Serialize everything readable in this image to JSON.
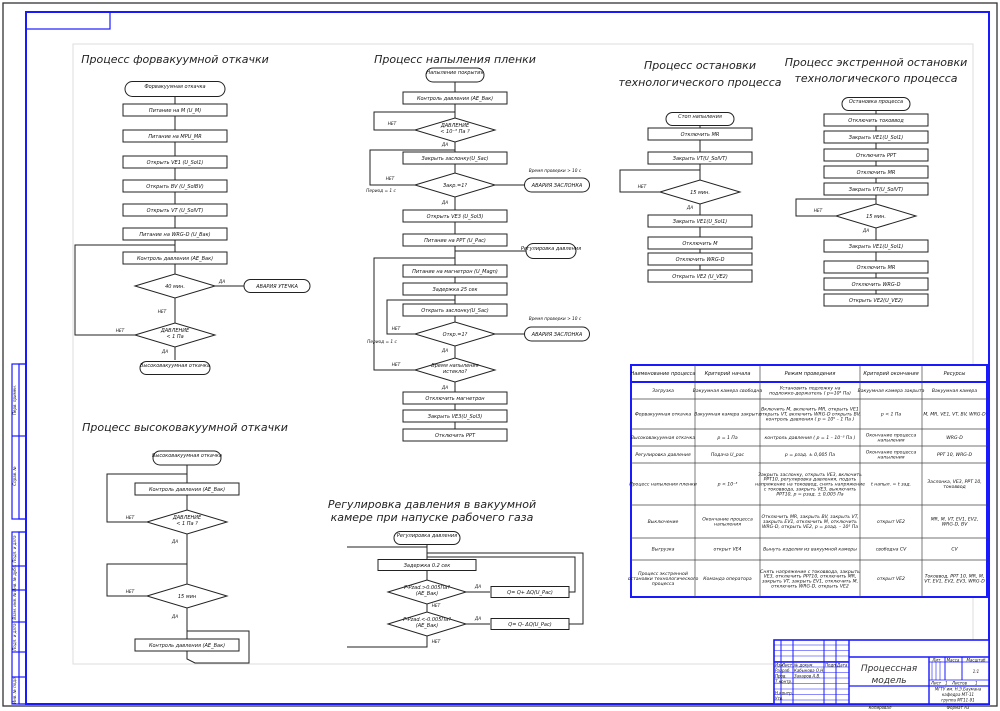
{
  "flowcharts": {
    "forvacuum": {
      "title": "Процесс форвакуумной откачки",
      "start": "Форвакуумная откачка",
      "steps": [
        "Питание на М (U_М)",
        "Питание на МРU_МR",
        "Открыть VE1 (U_Sol1)",
        "Открыть BV (U_SolBV)",
        "Открыть VT (U_SolVT)",
        "Питание на WRG-D (U_Вак)",
        "Контроль давления (АЕ_Вак)"
      ],
      "decision_time": "40 мин.",
      "decision_pressure": [
        "ДАВЛЕНИЕ",
        "< 1 Па"
      ],
      "alarm": "АВАРИЯ УТЕЧКА",
      "end": "Высоковакуумная откачка",
      "yes": "ДА",
      "no": "НЕТ"
    },
    "highvacuum": {
      "title": "Процесс высоковакуумной откачки",
      "start": "Высоковакуумная откачка",
      "step1": "Контроль давления (АЕ_Вак)",
      "decision_pressure": [
        "ДАВЛЕНИЕ",
        "< 1 Па ?"
      ],
      "decision_time": "15 мин",
      "step2": "Контроль давления (АЕ_Вак)",
      "yes": "ДА",
      "no": "НЕТ"
    },
    "deposition": {
      "title": "Процесс напыления пленки",
      "start": "Напыление покрытия",
      "step1": "Контроль давления (АЕ_Вак)",
      "decision_pressure": [
        "ДАВЛЕНИЕ",
        "< 10⁻³ Па ?"
      ],
      "step2": "Закрыть заслонку(U_Sас)",
      "decision_closed": "Закр.=1?",
      "period1": "Период = 1 с",
      "check_time1": "Время проверки > 10 с",
      "alarm1": "АВАРИЯ ЗАСЛОНКА",
      "step3": "Открыть VE3 (U_Sol3)",
      "step4": "Питание на PPT (U_Рас)",
      "regulation": "Регулировка давления",
      "step5": "Питание на магнетрон (U_Magn)",
      "step6": "Задержка 25 сек",
      "step7": "Открыть заслонку(U_Sас)",
      "decision_open": "Откр.=1?",
      "period2": "Период = 1 с",
      "check_time2": "Время проверки > 10 с",
      "alarm2": "АВАРИЯ ЗАСЛОНКА",
      "decision_time": [
        "Время напыления",
        "истекло?"
      ],
      "step8": "Отключить магнетрон",
      "step9": "Закрыть VE3(U_Sol3)",
      "step10": "Отключить PPT",
      "yes": "ДА",
      "no": "НЕТ"
    },
    "regulation": {
      "title": [
        "Регулировка давления в вакуумной",
        "камере при напуске рабочего газа"
      ],
      "start": "Регулировка давления",
      "step1": "Задержка 0.2 сек",
      "decision1": [
        "P-Pzad.>0.005Па?",
        "(AE_Вак)"
      ],
      "decision2": [
        "P-Pzad.<-0.005Па?",
        "(AE_Вак)"
      ],
      "action1": "Q= Q+ ΔQ(U_Рас)",
      "action2": "Q= Q- ΔQ(U_Рас)",
      "yes": "ДА",
      "no": "НЕТ"
    },
    "stop": {
      "title": [
        "Процесс остановки",
        "технологического процесса"
      ],
      "start": "Стоп напыления",
      "steps_a": [
        "Отключить MR",
        "Закрыть VT(U_SolVT)"
      ],
      "decision_time": "15 мин.",
      "steps_b": [
        "Закрыть VE1(U_Sol1)",
        "Отключить M",
        "Отключить WRG-D",
        "Открыть VE2 (U_VE2)"
      ],
      "yes": "ДА",
      "no": "НЕТ"
    },
    "emergency": {
      "title": [
        "Процесс экстренной остановки",
        "технологического процесса"
      ],
      "start": "Остановка процесса",
      "steps_a": [
        "Отключить токоввод",
        "Закрыть VE1(U_Sol1)",
        "Отключить PPT",
        "Отключить MR",
        "Закрыть VT(U_SolVT)"
      ],
      "decision_time": "15 мин.",
      "steps_b": [
        "Закрыть VE1(U_Sol1)",
        "Отключить MR",
        "Отключить WRG-D",
        "Открыть VE2(U_VE2)"
      ],
      "yes": "ДА",
      "no": "НЕТ"
    }
  },
  "process_table": {
    "headers": [
      "Наименование процесса",
      "Критерий начала",
      "Режим проведения",
      "Критерий окончания",
      "Ресурсы"
    ],
    "rows": [
      [
        "Загрузка",
        "Вакуумная камера свободна",
        "Установить подложку на подложко-держатель ( p=10⁵ Па)",
        "Вакуумная камера закрыта",
        "Вакуумная камера"
      ],
      [
        "Форвакуумная откачка",
        "Вакуумная камера закрыта",
        "Включить M, включить MR, открыть VE1 открыть VT, включить WRG-D открыть BV, контроль давления ( p = 10⁵ – 1 Па )",
        "p < 1 Па",
        "M, MR, VE1, VT, BV, WRG-D"
      ],
      [
        "Высоковакуумная откачка",
        "p = 1 Па",
        "контроль давления ( p = 1 – 10⁻³ Па )",
        "Окончание процесса напыления",
        "WRG-D"
      ],
      [
        "Регулировка давления",
        "Подача U_рас",
        "p = pзад. ± 0,005 Па",
        "Окончание процесса напыления",
        "PPT 10, WRG-D"
      ],
      [
        "Процесс напыления пленки",
        "p < 10⁻³",
        "Закрыть заслонку, открыть VE3, включить PPT10, регулировка давления, подать напряжение на токоввод, снять напряжение с токоввода, закрыть VE3, выключить PPT10, p = pзад. ± 0,005 Па",
        "t напыл. = t зад.",
        "Заслонка, VE3, PPT 10, токоввод"
      ],
      [
        "Выключение",
        "Окончание процесса напыления",
        "Отключить MR, закрыть BV, закрыть VT, закрыть EV1, отключить M, отключить WRG-D, открыть VE2, p = pзад. – 10⁵ Па",
        "открыт VE2",
        "MR, M, VT, EV1, EV2, WRG-D, BV"
      ],
      [
        "Выгрузка",
        "открыт VE4",
        "Вынуть изделия из вакуумной камеры",
        "свободна CV",
        "CV"
      ],
      [
        "Процесс экстренной остановки технологического процесса",
        "Команда оператора",
        "Снять напряжение с токоввода, закрыть VE3, отключить PPT10, отключить MR, закрыть VT, закрыть EV1, отключить M, отключить WRG-D, открыть VE2",
        "открыт VE2",
        "Токоввод, PPT 10, MR, M, VT, EV1, EV2, EV3, WRG-D"
      ]
    ]
  },
  "title_block": {
    "drawing_title": [
      "Процессная",
      "модель"
    ],
    "row_labels": [
      "Изм.",
      "Лист",
      "№ докум.",
      "Подп.",
      "Дата"
    ],
    "roles": [
      "Разраб.",
      "Пров.",
      "Т.контр.",
      "Н.контр.",
      "Утв."
    ],
    "names": [
      "Кабыкова О.Н.",
      "Захаров А.В."
    ],
    "col_labels": [
      "Лит.",
      "Масса",
      "Масштаб"
    ],
    "scale": "1:1",
    "sheet_label": "Лист",
    "sheet_num": "1",
    "sheets_label": "Листов",
    "sheets_num": "1",
    "org": [
      "МГТУ им. Н.Э.Баумана",
      "кафедра МТ-11",
      "группа МТ11-91"
    ],
    "copied": "Копировал",
    "format": "Формат A3"
  },
  "side_stamp": [
    "Перв. примен.",
    "Справ. №",
    "Подп. и дата",
    "Инв. № дубл.",
    "Взам. инв. №",
    "Подп. и дата",
    "Инв. № подл."
  ],
  "colors": {
    "frame": "#1a1aff",
    "line": "#222222"
  }
}
